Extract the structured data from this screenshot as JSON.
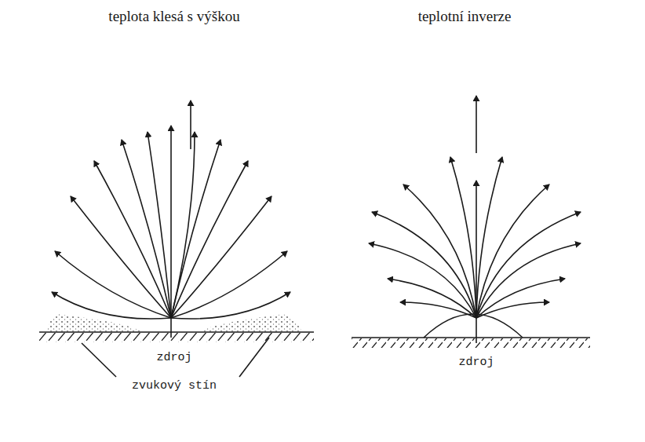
{
  "diagram": {
    "labels": [
      "teplota klesá s výškou",
      "teplotní inverze",
      "zdroj",
      "zvukový stín",
      "zdroj"
    ]
  }
}
